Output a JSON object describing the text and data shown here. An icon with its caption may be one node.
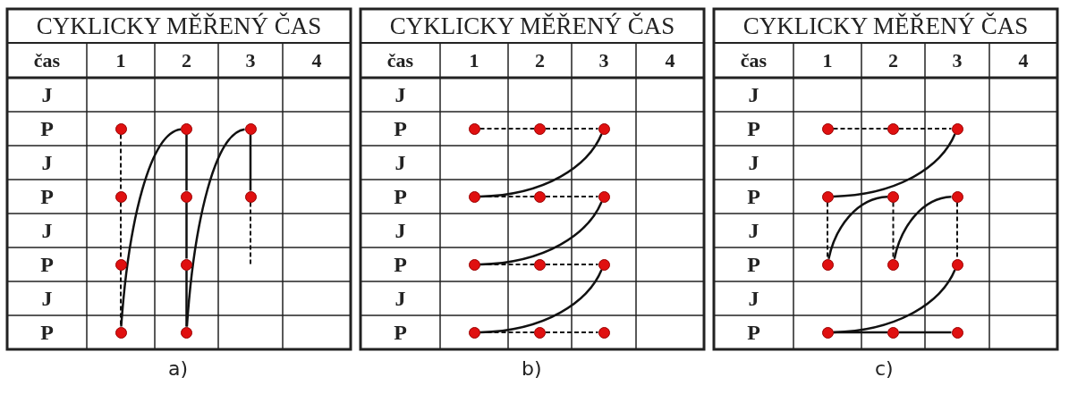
{
  "diagram": {
    "nodes": [
      {
        "text": [],
        "shape": "circle"
      },
      {
        "text": [],
        "shape": "circle"
      },
      {
        "text": [],
        "shape": "circle"
      },
      {
        "text": [],
        "shape": "circle"
      },
      {
        "text": [],
        "shape": "circle"
      },
      {
        "text": [],
        "shape": "circle"
      },
      {
        "text": [],
        "shape": "circle"
      },
      {
        "text": [],
        "shape": "circle"
      },
      {
        "text": [],
        "shape": "circle"
      },
      {
        "text": [],
        "shape": "circle"
      },
      {
        "text": [],
        "shape": "circle"
      },
      {
        "text": [],
        "shape": "circle"
      },
      {
        "text": [],
        "shape": "circle"
      },
      {
        "text": [],
        "shape": "circle"
      },
      {
        "text": [],
        "shape": "circle"
      },
      {
        "text": [],
        "shape": "circle"
      },
      {
        "text": [],
        "shape": "circle"
      },
      {
        "text": [],
        "shape": "circle"
      },
      {
        "text": [],
        "shape": "circle"
      },
      {
        "text": [],
        "shape": "circle"
      },
      {
        "text": [],
        "shape": "circle"
      },
      {
        "text": [],
        "shape": "circle"
      },
      {
        "text": [],
        "shape": "circle"
      },
      {
        "text": [],
        "shape": "circle"
      },
      {
        "text": [],
        "shape": "circle"
      },
      {
        "text": [],
        "shape": "circle"
      },
      {
        "text": [],
        "shape": "circle"
      },
      {
        "text": [],
        "shape": "circle"
      },
      {
        "text": [],
        "shape": "circle"
      },
      {
        "text": [],
        "shape": "circle"
      },
      {
        "text": [],
        "shape": "circle"
      },
      {
        "text": [],
        "shape": "circle"
      },
      {
        "text": [],
        "shape": "circle"
      },
      {
        "text": [],
        "shape": "circle"
      }
    ],
    "edges": [
      {
        "from": 0,
        "to": 3,
        "arrow": "none",
        "style": "dashed"
      },
      {
        "from": 3,
        "to": 6,
        "arrow": "none",
        "style": "dashed"
      },
      {
        "from": 6,
        "to": 8,
        "arrow": "none",
        "style": "dashed"
      },
      {
        "from": 8,
        "to": 1,
        "arrow": "none"
      },
      {
        "from": 1,
        "to": 4,
        "arrow": "none"
      },
      {
        "from": 4,
        "to": 7,
        "arrow": "none"
      },
      {
        "from": 7,
        "to": 9,
        "arrow": "none"
      },
      {
        "from": 9,
        "to": 2,
        "arrow": "none"
      },
      {
        "from": 2,
        "to": 5,
        "arrow": "none"
      },
      {
        "from": 5,
        "to": null,
        "arrow": "none",
        "style": "dashed"
      },
      {
        "from": 10,
        "to": 11,
        "arrow": "none",
        "style": "dashed"
      },
      {
        "from": 11,
        "to": 12,
        "arrow": "none",
        "style": "dashed"
      },
      {
        "from": 12,
        "to": 13,
        "arrow": "none"
      },
      {
        "from": 13,
        "to": 14,
        "arrow": "none",
        "style": "dashed"
      },
      {
        "from": 14,
        "to": 15,
        "arrow": "none",
        "style": "dashed"
      },
      {
        "from": 15,
        "to": 16,
        "arrow": "none"
      },
      {
        "from": 16,
        "to": 17,
        "arrow": "none",
        "style": "dashed"
      },
      {
        "from": 17,
        "to": 18,
        "arrow": "none",
        "style": "dashed"
      },
      {
        "from": 18,
        "to": 19,
        "arrow": "none"
      },
      {
        "from": 19,
        "to": 20,
        "arrow": "none",
        "style": "dashed"
      },
      {
        "from": 20,
        "to": 21,
        "arrow": "none",
        "style": "dashed"
      },
      {
        "from": 22,
        "to": 23,
        "arrow": "none",
        "style": "dashed"
      },
      {
        "from": 23,
        "to": 24,
        "arrow": "none",
        "style": "dashed"
      },
      {
        "from": 24,
        "to": 25,
        "arrow": "none"
      },
      {
        "from": 25,
        "to": 28,
        "arrow": "none",
        "style": "dashed"
      },
      {
        "from": 28,
        "to": 26,
        "arrow": "none"
      },
      {
        "from": 26,
        "to": 29,
        "arrow": "none",
        "style": "dashed"
      },
      {
        "from": 29,
        "to": 27,
        "arrow": "none"
      },
      {
        "from": 27,
        "to": 30,
        "arrow": "none",
        "style": "dashed"
      },
      {
        "from": 30,
        "to": 31,
        "arrow": "none"
      },
      {
        "from": 31,
        "to": 32,
        "arrow": "none"
      },
      {
        "from": 32,
        "to": 33,
        "arrow": "none"
      }
    ],
    "labels": [
      "CYKLICKY MĚŘENÝ ČAS",
      "čas",
      "1",
      "2",
      "3",
      "4",
      "J",
      "P",
      "J",
      "P",
      "J",
      "P",
      "J",
      "P",
      "CYKLICKY MĚŘENÝ ČAS",
      "čas",
      "1",
      "2",
      "3",
      "4",
      "J",
      "P",
      "J",
      "P",
      "J",
      "P",
      "J",
      "P",
      "CYKLICKY MĚŘENÝ ČAS",
      "čas",
      "1",
      "2",
      "3",
      "4",
      "J",
      "P",
      "J",
      "P",
      "J",
      "P",
      "J",
      "P",
      "a)",
      "b)",
      "c)"
    ]
  }
}
